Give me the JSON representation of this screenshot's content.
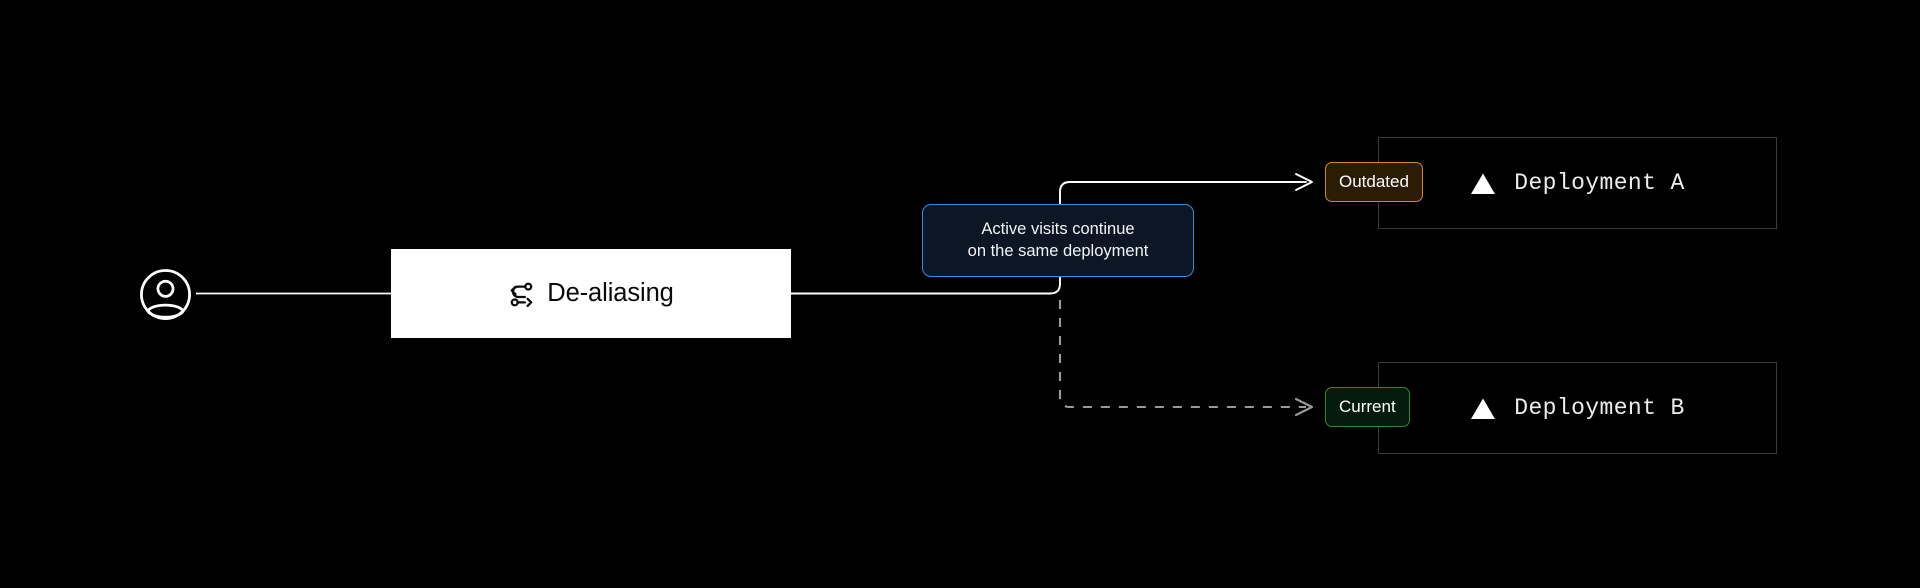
{
  "diagram": {
    "background_color": "#000000",
    "client": {
      "icon": "user-circle-icon",
      "label": ""
    },
    "router": {
      "label": "De-aliasing",
      "icon": "route-icon",
      "fill_color": "#ffffff",
      "text_color": "#0a0a0a"
    },
    "annotation": {
      "line1": "Active visits continue",
      "line2": "on the same deployment",
      "border_color": "#2f8de4",
      "fill_color": "#0c1625",
      "text_color": "#f2f4f7"
    },
    "deployments": [
      {
        "id": "deployment-a",
        "name": "Deployment A",
        "icon": "vercel-triangle-icon",
        "badge": {
          "label": "Outdated",
          "border_color": "#d08b1f",
          "fill_color": "#2b1c06",
          "text_color": "#ffffff"
        },
        "card_border_color": "#3a3a3a",
        "connector": {
          "style": "solid",
          "color": "#ffffff",
          "arrow": "open-chevron"
        }
      },
      {
        "id": "deployment-b",
        "name": "Deployment B",
        "icon": "vercel-triangle-icon",
        "badge": {
          "label": "Current",
          "border_color": "#2a8a3d",
          "fill_color": "#051b0c",
          "text_color": "#ffffff"
        },
        "card_border_color": "#3a3a3a",
        "connector": {
          "style": "dashed",
          "color": "#9a9a9a",
          "arrow": "open-chevron"
        }
      }
    ],
    "edges": [
      {
        "from": "client",
        "to": "router",
        "style": "solid",
        "color": "#ffffff"
      },
      {
        "from": "router",
        "to": "deployment-a",
        "style": "solid",
        "color": "#ffffff"
      },
      {
        "from": "router",
        "to": "deployment-b",
        "style": "dashed",
        "color": "#9a9a9a"
      }
    ]
  }
}
